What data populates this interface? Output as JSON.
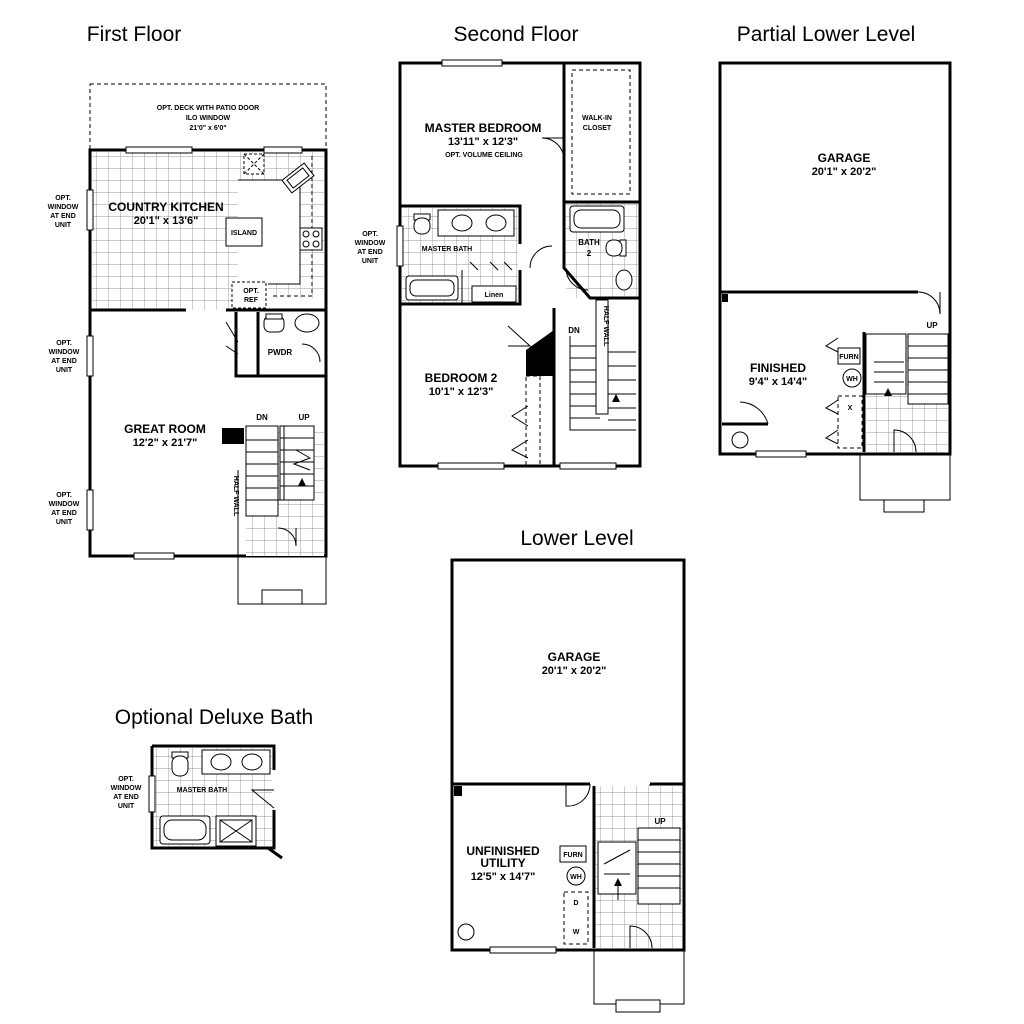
{
  "titles": {
    "first_floor": "First Floor",
    "second_floor": "Second Floor",
    "partial_lower_level": "Partial Lower Level",
    "lower_level": "Lower Level",
    "optional_deluxe_bath": "Optional Deluxe Bath"
  },
  "first_floor": {
    "deck_line1": "OPT. DECK WITH PATIO DOOR",
    "deck_line2": "ILO WINDOW",
    "deck_line3": "21'0\" x 6'0\"",
    "kitchen_name": "COUNTRY KITCHEN",
    "kitchen_dim": "20'1\" x 13'6\"",
    "island": "ISLAND",
    "opt_ref1": "OPT.",
    "opt_ref2": "REF",
    "pwdr": "PWDR",
    "great_room_name": "GREAT ROOM",
    "great_room_dim": "12'2\" x 21'7\"",
    "dn": "DN",
    "up": "UP",
    "half_wall": "HALF WALL",
    "opt_win_a": [
      "OPT.",
      "WINDOW",
      "AT END",
      "UNIT"
    ],
    "opt_win_b": [
      "OPT.",
      "WINDOW",
      "AT END",
      "UNIT"
    ],
    "opt_win_c": [
      "OPT.",
      "WINDOW",
      "AT END",
      "UNIT"
    ]
  },
  "second_floor": {
    "master_name": "MASTER BEDROOM",
    "master_dim": "13'11\" x 12'3\"",
    "master_note": "OPT. VOLUME CEILING",
    "walkin1": "WALK-IN",
    "walkin2": "CLOSET",
    "master_bath": "MASTER BATH",
    "bath2_1": "BATH",
    "bath2_2": "2",
    "linen": "Linen",
    "dn": "DN",
    "half_wall": "HALF WALL",
    "bed2_name": "BEDROOM 2",
    "bed2_dim": "10'1\" x 12'3\"",
    "opt_win": [
      "OPT.",
      "WINDOW",
      "AT END",
      "UNIT"
    ]
  },
  "partial_lower": {
    "garage_name": "GARAGE",
    "garage_dim": "20'1\" x 20'2\"",
    "finished_name": "FINISHED",
    "finished_dim": "9'4\" x 14'4\"",
    "furn": "FURN",
    "wh": "WH",
    "up": "UP",
    "x": "X"
  },
  "lower_level": {
    "garage_name": "GARAGE",
    "garage_dim": "20'1\" x 20'2\"",
    "util1": "UNFINISHED",
    "util2": "UTILITY",
    "util_dim": "12'5\" x 14'7\"",
    "furn": "FURN",
    "wh": "WH",
    "up": "UP",
    "d": "D",
    "w": "W"
  },
  "deluxe_bath": {
    "master_bath": "MASTER BATH",
    "opt_win": [
      "OPT.",
      "WINDOW",
      "AT END",
      "UNIT"
    ]
  }
}
